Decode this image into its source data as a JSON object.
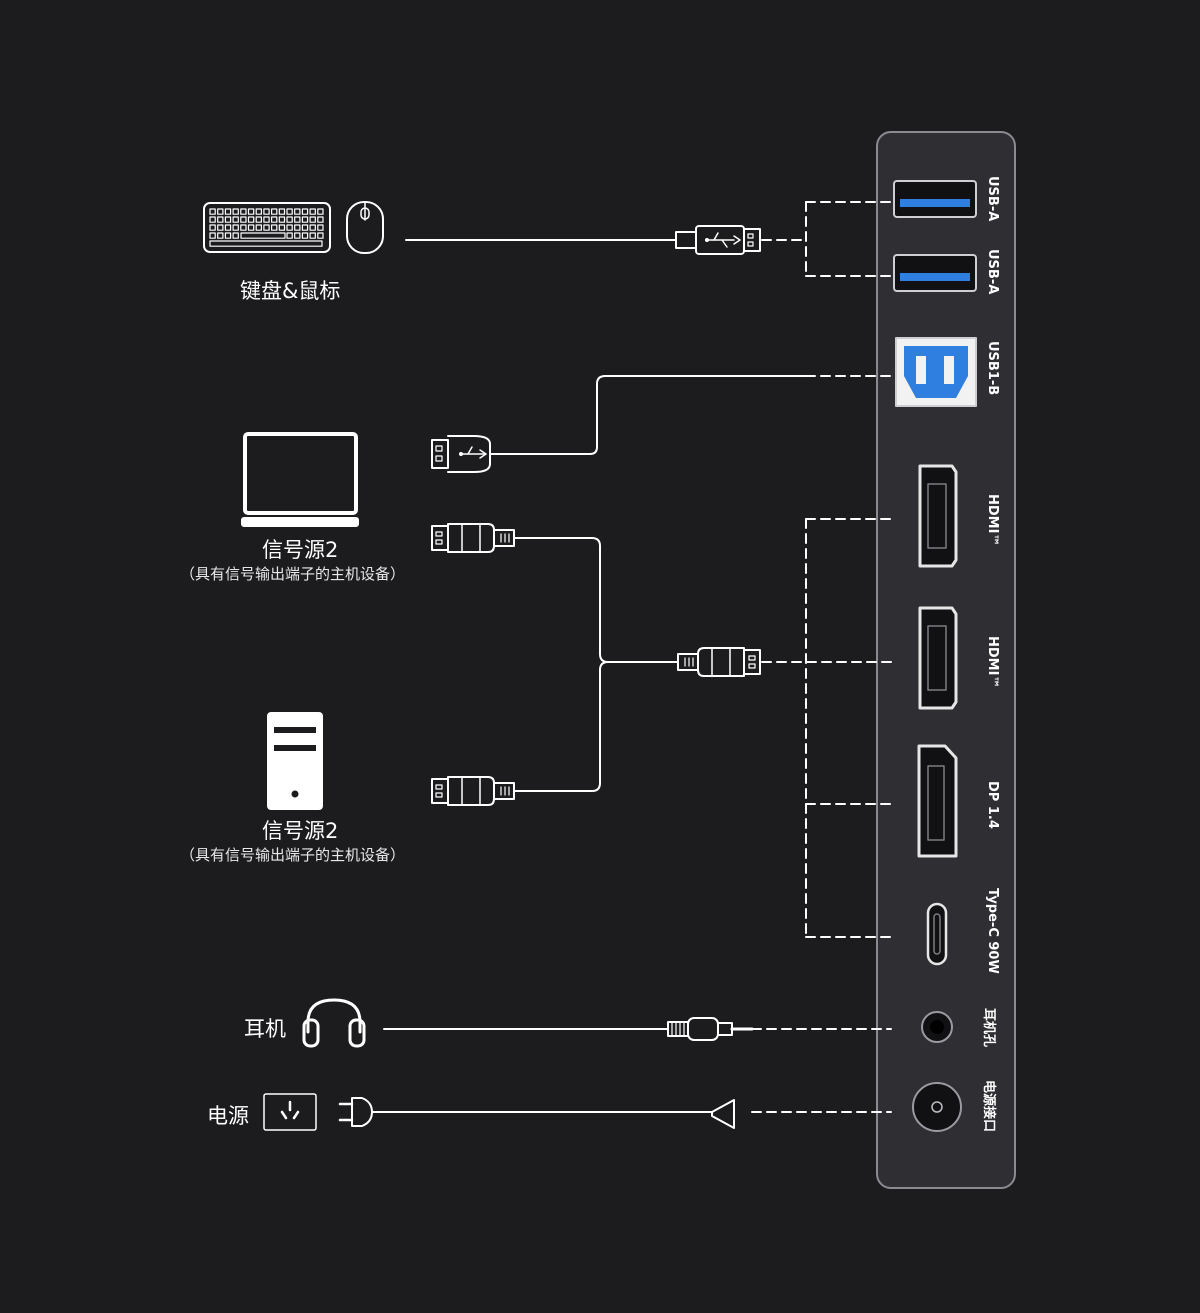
{
  "devices": {
    "keyboard_mouse": "键盘&鼠标",
    "source_laptop": {
      "title": "信号源2",
      "subtitle": "（具有信号输出端子的主机设备）"
    },
    "source_pc": {
      "title": "信号源2",
      "subtitle": "（具有信号输出端子的主机设备）"
    },
    "headphones": "耳机",
    "power": "电源"
  },
  "ports": [
    {
      "id": "usb-a-1",
      "label": "USB-A"
    },
    {
      "id": "usb-a-2",
      "label": "USB-A"
    },
    {
      "id": "usb-b",
      "label": "USB1-B"
    },
    {
      "id": "hdmi-1",
      "label": "HDMI™"
    },
    {
      "id": "hdmi-2",
      "label": "HDMI™"
    },
    {
      "id": "dp",
      "label": "DP 1.4"
    },
    {
      "id": "type-c",
      "label": "Type-C 90W"
    },
    {
      "id": "headphone-jack",
      "label": "耳机孔"
    },
    {
      "id": "power-port",
      "label": "电源接口"
    }
  ],
  "colors": {
    "background": "#1c1c1f",
    "panel": "#2e2e33",
    "panel_border": "#8a8a90",
    "line": "#ffffff",
    "usb_blue": "#2f7fe0"
  },
  "icons": [
    "keyboard-icon",
    "mouse-icon",
    "laptop-icon",
    "desktop-pc-icon",
    "headphones-icon",
    "power-outlet-icon",
    "usb-plug-icon",
    "hdmi-plug-icon",
    "audio-plug-icon",
    "power-plug-icon"
  ]
}
